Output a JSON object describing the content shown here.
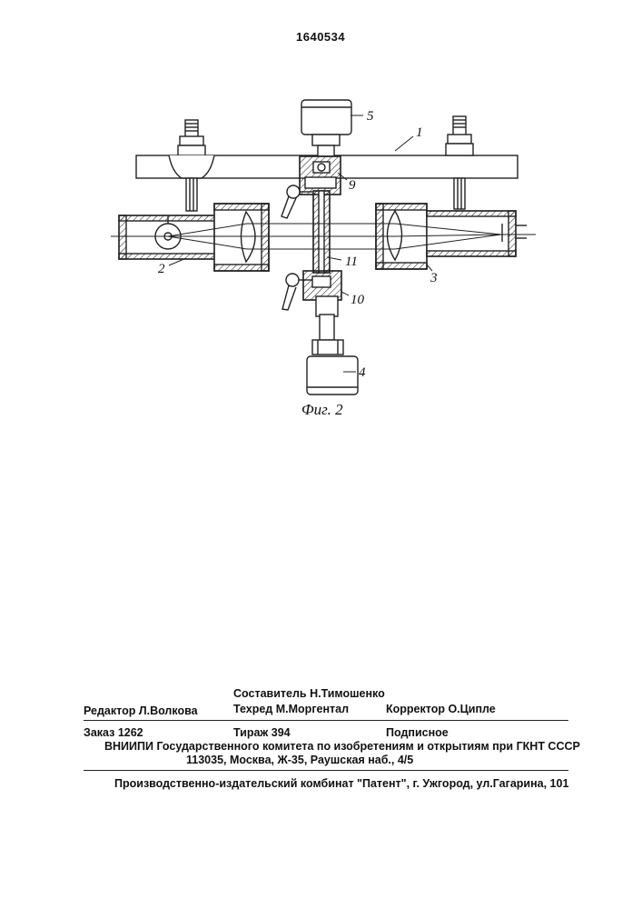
{
  "document": {
    "patent_number": "1640534",
    "figure": {
      "caption": "Фиг. 2",
      "reference_numbers": [
        "1",
        "2",
        "3",
        "4",
        "5",
        "9",
        "10",
        "11"
      ]
    },
    "imprint": {
      "compiler": "Составитель Н.Тимошенко",
      "editor": "Редактор  Л.Волкова",
      "techred": "Техред М.Моргентал",
      "corrector": "Корректор О.Ципле",
      "order": "Заказ 1262",
      "circulation": "Тираж 394",
      "subscription": "Подписное",
      "institute": "ВНИИПИ Государственного комитета по изобретениям и открытиям при ГКНТ СССР",
      "address": "113035, Москва, Ж-35, Раушская наб., 4/5",
      "publisher": "Производственно-издательский комбинат \"Патент\", г. Ужгород, ул.Гагарина, 101"
    }
  }
}
